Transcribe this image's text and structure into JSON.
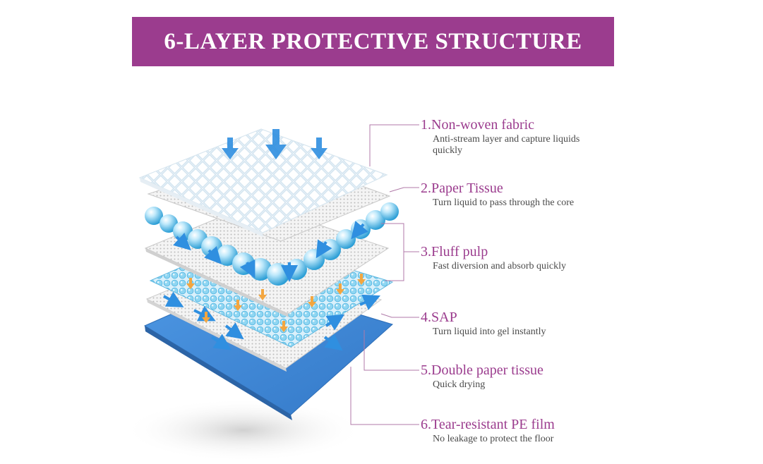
{
  "banner": {
    "title": "6-LAYER PROTECTIVE STRUCTURE"
  },
  "colors": {
    "banner_bg": "#9b3c8e",
    "title_accent": "#9b3c8e",
    "connector": "#b07aa8",
    "film_blue": "#3f88d6",
    "bead_blue": "#7fd0f0",
    "arrow_blue": "#2f8fe0",
    "arrow_orange": "#f3a640"
  },
  "layers": [
    {
      "title": "1.Non-woven fabric",
      "desc": "Anti-stream layer and capture liquids quickly"
    },
    {
      "title": "2.Paper Tissue",
      "desc": "Turn liquid to pass through the core"
    },
    {
      "title": "3.Fluff  pulp",
      "desc": "Fast diversion and absorb quickly"
    },
    {
      "title": "4.SAP",
      "desc": "Turn liquid into gel instantly"
    },
    {
      "title": "5.Double paper tissue",
      "desc": "Quick drying"
    },
    {
      "title": "6.Tear-resistant PE film",
      "desc": "No leakage to protect the floor"
    }
  ]
}
